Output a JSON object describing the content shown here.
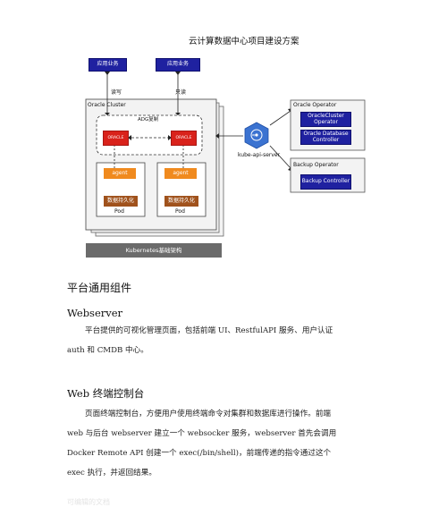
{
  "diagram": {
    "title": "云计算数据中心项目建设方案",
    "app_business_1": "应用业务",
    "app_business_2": "应用业务",
    "read_write": "读写",
    "read_only": "只读",
    "oracle_cluster": "Oracle Cluster",
    "adg_replication": "ADG复制",
    "oracle_logo_1": "ORACLE",
    "oracle_logo_2": "ORACLE",
    "agent_1": "agent",
    "agent_2": "agent",
    "persist_1": "数据持久化",
    "persist_2": "数据持久化",
    "pod_1": "Pod",
    "pod_2": "Pod",
    "k8s_base": "Kubernetes基础架构",
    "kube_api": "kube-api-server",
    "api_icon_label": "api",
    "oracle_operator": "Oracle Operator",
    "cluster_operator": "OracleCluster Operator",
    "db_controller": "Oracle Database Controller",
    "backup_operator": "Backup Operator",
    "backup_controller": "Backup Controller"
  },
  "sections": {
    "platform_heading": "平台通用组件",
    "webserver_heading": "Webserver",
    "webserver_lines": [
      "平台提供的可视化管理页面，包括前端 UI、RestfulAPI 服务、用户认证",
      "auth 和 CMDB 中心。"
    ],
    "terminal_heading": "Web 终端控制台",
    "terminal_lines": [
      "页面终端控制台，方便用户使用终端命令对集群和数据库进行操作。前端",
      "web 与后台 webserver 建立一个 websocker 服务，webserver 首先会调用",
      "Docker Remote API 创建一个 exec(/bin/shell)，前端传递的指令通过这个",
      "exec 执行，并返回结果。"
    ],
    "footer_faint": "可编辑的文档"
  },
  "colors": {
    "blue_box": "#1f21a0",
    "red_oracle": "#d9221b",
    "orange_agent": "#f08a1e",
    "brown_persist": "#a0521c",
    "k8s_bar": "#6b6b6b",
    "kube_hex": "#3b73d1"
  }
}
